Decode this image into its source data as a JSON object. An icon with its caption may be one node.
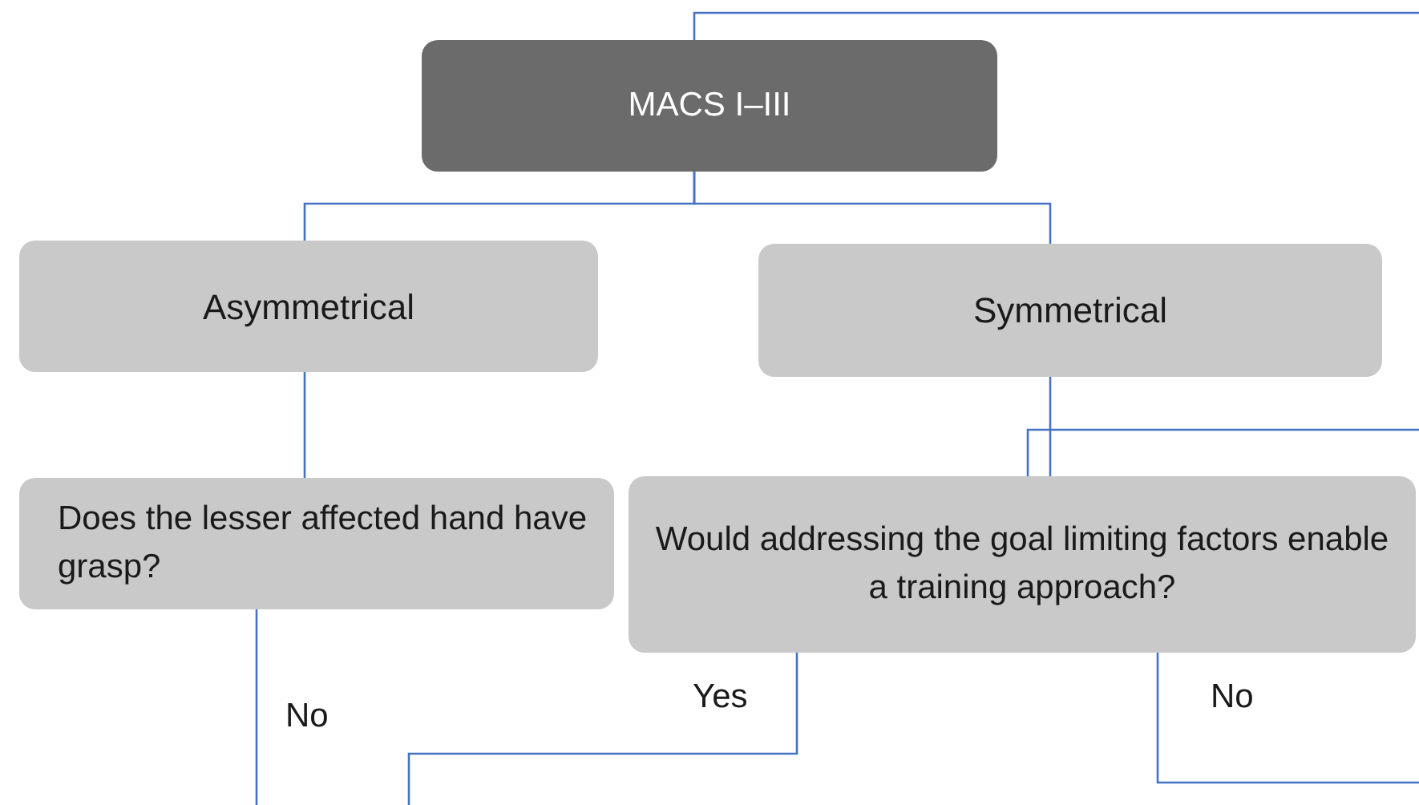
{
  "diagram": {
    "nodes": [
      {
        "text": [
          "MACS I–III"
        ]
      },
      {
        "text": [
          "Asymmetrical"
        ]
      },
      {
        "text": [
          "Symmetrical"
        ]
      },
      {
        "text": [
          "Does the lesser affected hand have grasp?"
        ]
      },
      {
        "text": [
          "Would addressing the goal limiting factors enable a training approach?"
        ]
      }
    ],
    "edges": [
      {
        "from": 0,
        "to": null,
        "arrow": "none"
      },
      {
        "from": 0,
        "to": 1,
        "arrow": "none"
      },
      {
        "from": 0,
        "to": 2,
        "arrow": "none"
      },
      {
        "from": 1,
        "to": 3,
        "arrow": "none"
      },
      {
        "from": 2,
        "to": 4,
        "arrow": "none"
      },
      {
        "from": 4,
        "to": null,
        "arrow": "none"
      },
      {
        "from": 3,
        "to": null,
        "arrow": "none",
        "label": "No"
      },
      {
        "from": 4,
        "to": null,
        "arrow": "none",
        "label": "Yes"
      },
      {
        "from": 4,
        "to": null,
        "arrow": "none",
        "label": "No"
      }
    ]
  }
}
